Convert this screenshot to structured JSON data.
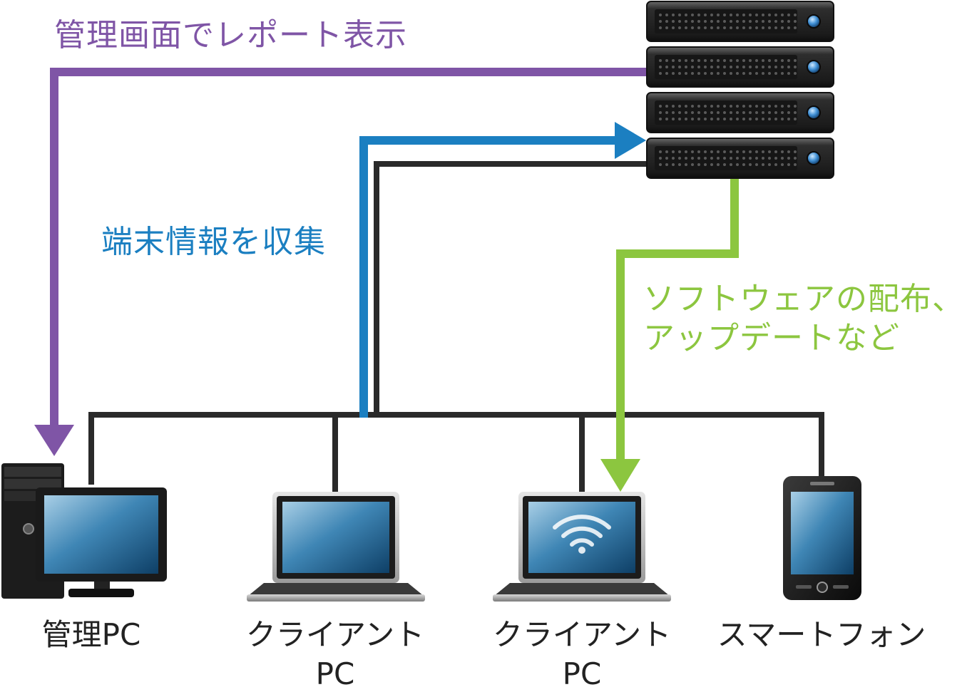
{
  "flows": {
    "report": {
      "label": "管理画面でレポート表示",
      "color": "#7f55a6"
    },
    "collect": {
      "label": "端末情報を収集",
      "color": "#1b7fc1"
    },
    "distribute": {
      "label_line1": "ソフトウェアの配布、",
      "label_line2": "アップデートなど",
      "color": "#8cc63f"
    }
  },
  "network_line_color": "#2a2a2a",
  "devices": {
    "admin_pc": {
      "label": "管理PC"
    },
    "client_pc_1": {
      "label_line1": "クライアント",
      "label_line2": "PC"
    },
    "client_pc_2": {
      "label_line1": "クライアント",
      "label_line2": "PC"
    },
    "smartphone": {
      "label": "スマートフォン"
    }
  }
}
